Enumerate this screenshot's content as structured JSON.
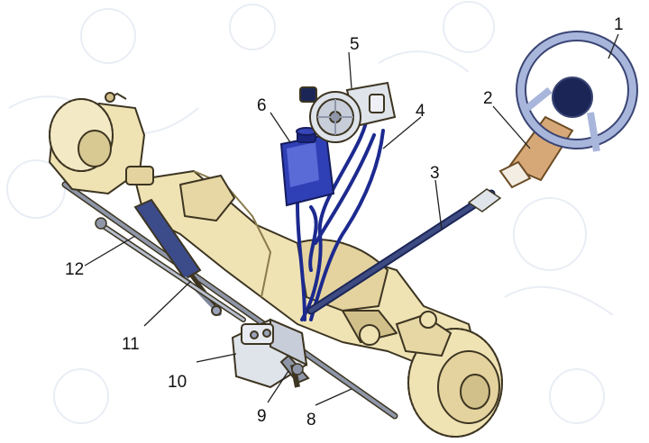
{
  "callouts": [
    {
      "id": "1",
      "label": "1"
    },
    {
      "id": "2",
      "label": "2"
    },
    {
      "id": "3",
      "label": "3"
    },
    {
      "id": "4",
      "label": "4"
    },
    {
      "id": "5",
      "label": "5"
    },
    {
      "id": "6",
      "label": "6"
    },
    {
      "id": "8",
      "label": "8"
    },
    {
      "id": "9",
      "label": "9"
    },
    {
      "id": "10",
      "label": "10"
    },
    {
      "id": "11",
      "label": "11"
    },
    {
      "id": "12",
      "label": "12"
    }
  ],
  "colors": {
    "axle": "#efe3b4",
    "axle_shade": "#d2c08a",
    "outline": "#3d3522",
    "hose": "#1c2a8f",
    "reservoir": "#2f3fb5",
    "steering_wheel": "#a9b6dc",
    "steering_hub": "#1b2657",
    "column": "#d7a877",
    "shaft": "#2d3a6e",
    "metal_light": "#dfe3ea",
    "background_watermark": "#eef1f7"
  }
}
